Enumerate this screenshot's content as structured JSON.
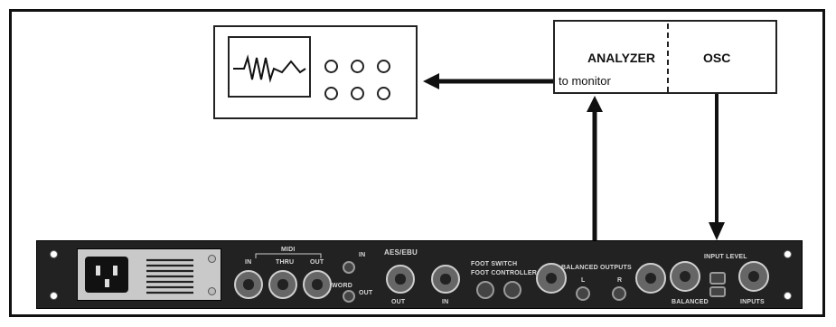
{
  "analyzer": {
    "title": "ANALYZER",
    "sublabel": "to monitor",
    "osc_title": "OSC"
  },
  "monitor": {
    "screen_icon": "waveform-icon",
    "knob_count": 6
  },
  "rack_panel": {
    "midi_label": "MIDI",
    "midi_in": "IN",
    "midi_thru": "THRU",
    "midi_out": "OUT",
    "aesebu_label": "AES/EBU",
    "aes_out": "OUT",
    "aes_in": "IN",
    "footswitch_label": "FOOT SWITCH",
    "footcontroller_label": "FOOT CONTROLLER",
    "balanced_outputs_label": "BALANCED OUTPUTS",
    "out_l": "L",
    "out_r": "R",
    "balanced_label": "BALANCED",
    "inputs_label": "INPUTS",
    "input_level_label": "INPUT LEVEL",
    "word_label": "WORD",
    "word_in": "IN",
    "word_out": "OUT"
  },
  "arrows": [
    {
      "from": "analyzer",
      "to": "monitor"
    },
    {
      "from": "rack-balanced-outputs",
      "to": "analyzer"
    },
    {
      "from": "oscillator",
      "to": "rack-inputs"
    }
  ]
}
